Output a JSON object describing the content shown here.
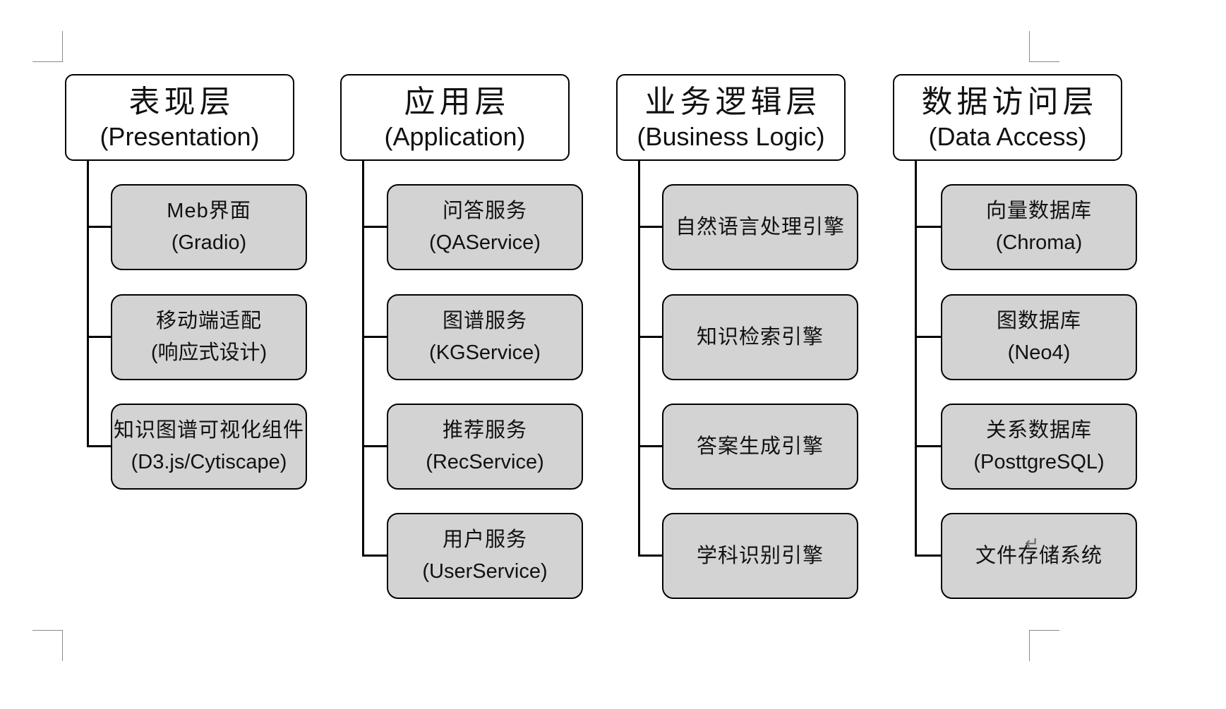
{
  "document": {
    "paragraph_mark": "↵"
  },
  "diagram": {
    "type": "layered-architecture",
    "colors": {
      "node_fill": "#d3d3d3",
      "header_fill": "#ffffff",
      "stroke": "#000000",
      "crop_mark": "#8a8a8a"
    },
    "columns": [
      {
        "header": {
          "title": "表现层",
          "subtitle": "(Presentation)"
        },
        "children": [
          {
            "line1": "Meb界面",
            "line2": "(Gradio)"
          },
          {
            "line1": "移动端适配",
            "line2": "(响应式设计)"
          },
          {
            "line1": "知识图谱可视化组件",
            "line2": "(D3.js/Cytiscape)"
          }
        ]
      },
      {
        "header": {
          "title": "应用层",
          "subtitle": "(Application)"
        },
        "children": [
          {
            "line1": "问答服务",
            "line2": "(QAService)"
          },
          {
            "line1": "图谱服务",
            "line2": "(KGService)"
          },
          {
            "line1": "推荐服务",
            "line2": "(RecService)"
          },
          {
            "line1": "用户服务",
            "line2": "(UserService)"
          }
        ]
      },
      {
        "header": {
          "title": "业务逻辑层",
          "subtitle": "(Business Logic)"
        },
        "children": [
          {
            "line1": "自然语言处理引擎"
          },
          {
            "line1": "知识检索引擎"
          },
          {
            "line1": "答案生成引擎"
          },
          {
            "line1": "学科识别引擎"
          }
        ]
      },
      {
        "header": {
          "title": "数据访问层",
          "subtitle": "(Data Access)"
        },
        "children": [
          {
            "line1": "向量数据库",
            "line2": "(Chroma)"
          },
          {
            "line1": "图数据库",
            "line2": "(Neo4)"
          },
          {
            "line1": "关系数据库",
            "line2": "(PosttgreSQL)"
          },
          {
            "line1": "文件存储系统"
          }
        ]
      }
    ]
  }
}
